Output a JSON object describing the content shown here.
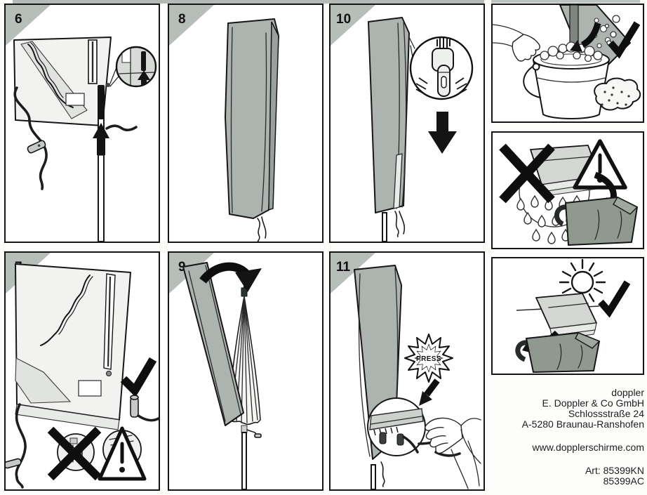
{
  "steps": [
    {
      "number": "6"
    },
    {
      "number": "7"
    },
    {
      "number": "8"
    },
    {
      "number": "9"
    },
    {
      "number": "10"
    },
    {
      "number": "11",
      "press_label": "PRESS"
    }
  ],
  "footer": {
    "brand": "doppler",
    "company": "E. Doppler & Co GmbH",
    "street": "Schlossstraße 24",
    "city": "A-5280 Braunau-Ranshofen",
    "website": "www.dopplerschirme.com",
    "article_line1": "Art: 85399KN",
    "article_line2": "85399AC"
  },
  "icons": {
    "checkmark-icon": "✓",
    "cross-icon": "✕",
    "warning-icon": "⚠",
    "up-arrow-icon": "↑",
    "down-arrow-icon": "↓",
    "curved-arrow-icon": "↷",
    "press-burst-icon": "✹",
    "sun-icon": "☀",
    "magnifier-detail-circle": "○"
  },
  "colors": {
    "cover_gray": "#adb3af",
    "folded_cover_gray": "#d3d6d2",
    "storage_bag_gray": "#8f998f",
    "corner_triangle_gray": "#b7bdb8",
    "ink": "#141414",
    "background": "#fdfdfc"
  }
}
